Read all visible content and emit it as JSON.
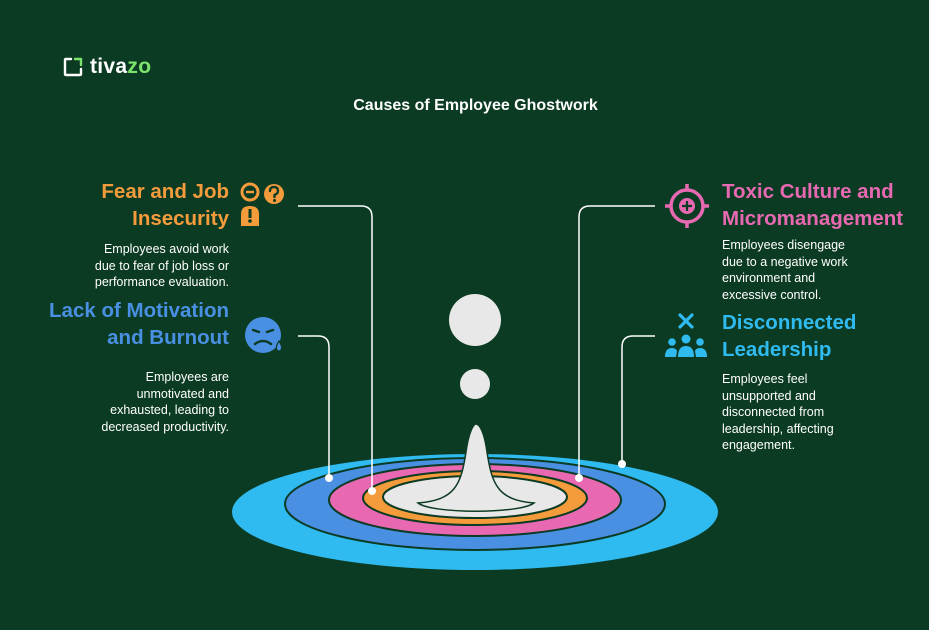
{
  "brand": {
    "name_prefix": "tiva",
    "name_suffix": "zo"
  },
  "title": "Causes of Employee Ghostwork",
  "causes": {
    "fear": {
      "heading_line1": "Fear and Job",
      "heading_line2": "Insecurity",
      "desc_line1": "Employees avoid work",
      "desc_line2": "due to fear of job loss or",
      "desc_line3": "performance evaluation.",
      "color": "#f49b3b",
      "icon": "worried-person-question-icon"
    },
    "motivation": {
      "heading_line1": "Lack of Motivation",
      "heading_line2": "and Burnout",
      "desc_line1": "Employees are",
      "desc_line2": "unmotivated and",
      "desc_line3": "exhausted, leading to",
      "desc_line4": "decreased productivity.",
      "color": "#4a90e2",
      "icon": "sad-face-sweat-icon"
    },
    "toxic": {
      "heading_line1": "Toxic Culture and",
      "heading_line2": "Micromanagement",
      "desc_line1": "Employees disengage",
      "desc_line2": "due to a negative work",
      "desc_line3": "environment and",
      "desc_line4": "excessive control.",
      "color": "#e869b2",
      "icon": "target-crosshair-icon"
    },
    "leadership": {
      "heading_line1": "Disconnected",
      "heading_line2": "Leadership",
      "desc_line1": "Employees feel",
      "desc_line2": "unsupported and",
      "desc_line3": "disconnected from",
      "desc_line4": "leadership, affecting",
      "desc_line5": "engagement.",
      "color": "#2fbaf0",
      "icon": "group-x-icon"
    }
  },
  "ripple_colors": [
    "#2fbaf0",
    "#4a90e2",
    "#e869b2",
    "#f49b3b",
    "#e8e8e8"
  ]
}
